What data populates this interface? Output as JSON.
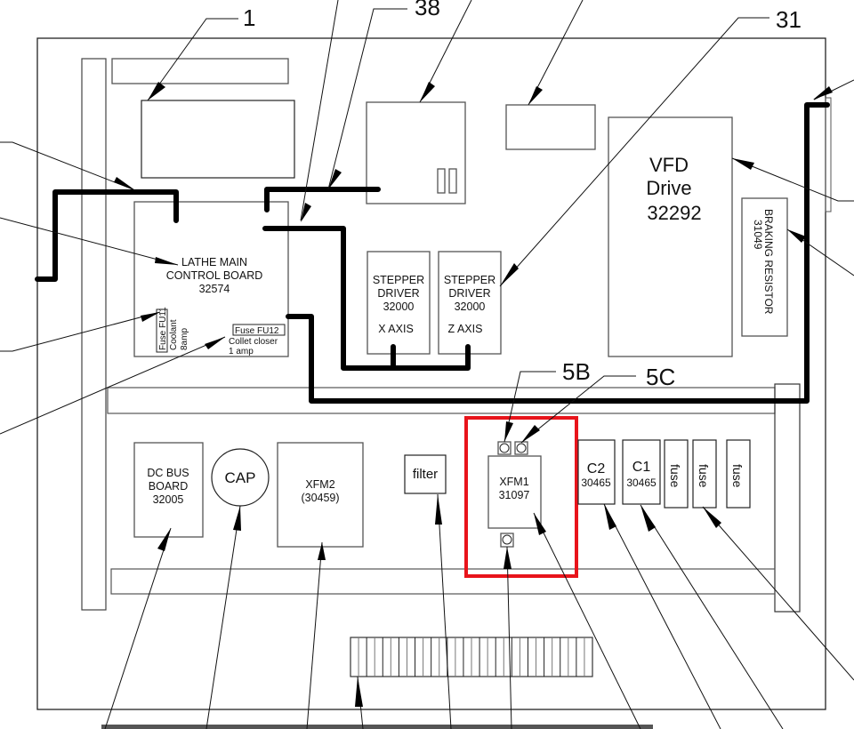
{
  "callouts": {
    "c1": "1",
    "c38": "38",
    "c31": "31",
    "c5b": "5B",
    "c5c": "5C"
  },
  "components": {
    "main_board": {
      "line1": "LATHE MAIN",
      "line2": "CONTROL BOARD",
      "part": "32574"
    },
    "fuse_fu11": {
      "label": "Fuse FU11",
      "desc": "Coolant",
      "rating": "8amp"
    },
    "fuse_fu12": {
      "label": "Fuse FU12",
      "desc": "Collet closer",
      "rating": "1 amp"
    },
    "stepper_x": {
      "line1": "STEPPER",
      "line2": "DRIVER",
      "part": "32000",
      "axis": "X AXIS"
    },
    "stepper_z": {
      "line1": "STEPPER",
      "line2": "DRIVER",
      "part": "32000",
      "axis": "Z AXIS"
    },
    "vfd": {
      "line1": "VFD",
      "line2": "Drive",
      "part": "32292"
    },
    "braking_resistor": {
      "label": "BRAKING RESISTOR",
      "part": "31049"
    },
    "dc_bus": {
      "line1": "DC BUS",
      "line2": "BOARD",
      "part": "32005"
    },
    "cap": {
      "label": "CAP"
    },
    "xfm2": {
      "label": "XFM2",
      "part": "(30459)"
    },
    "filter": {
      "label": "filter"
    },
    "xfm1": {
      "label": "XFM1",
      "part": "31097"
    },
    "c2": {
      "label": "C2",
      "part": "30465"
    },
    "c1": {
      "label": "C1",
      "part": "30465"
    },
    "fuses": [
      "fuse",
      "fuse",
      "fuse"
    ]
  },
  "highlight": {
    "color": "#e8141b"
  }
}
